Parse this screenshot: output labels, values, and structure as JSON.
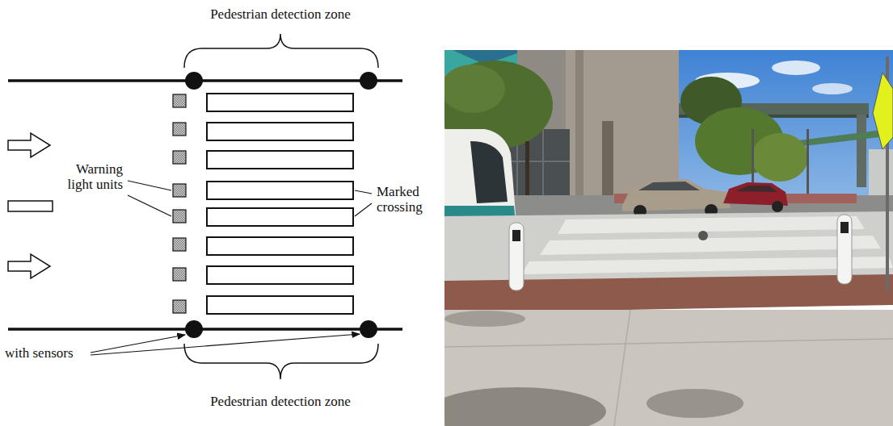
{
  "diagram": {
    "labels": [
      "Pedestrian detection zone",
      "Warning light units",
      "Marked crossing",
      "with sensors",
      "Pedestrian detection zone"
    ]
  }
}
